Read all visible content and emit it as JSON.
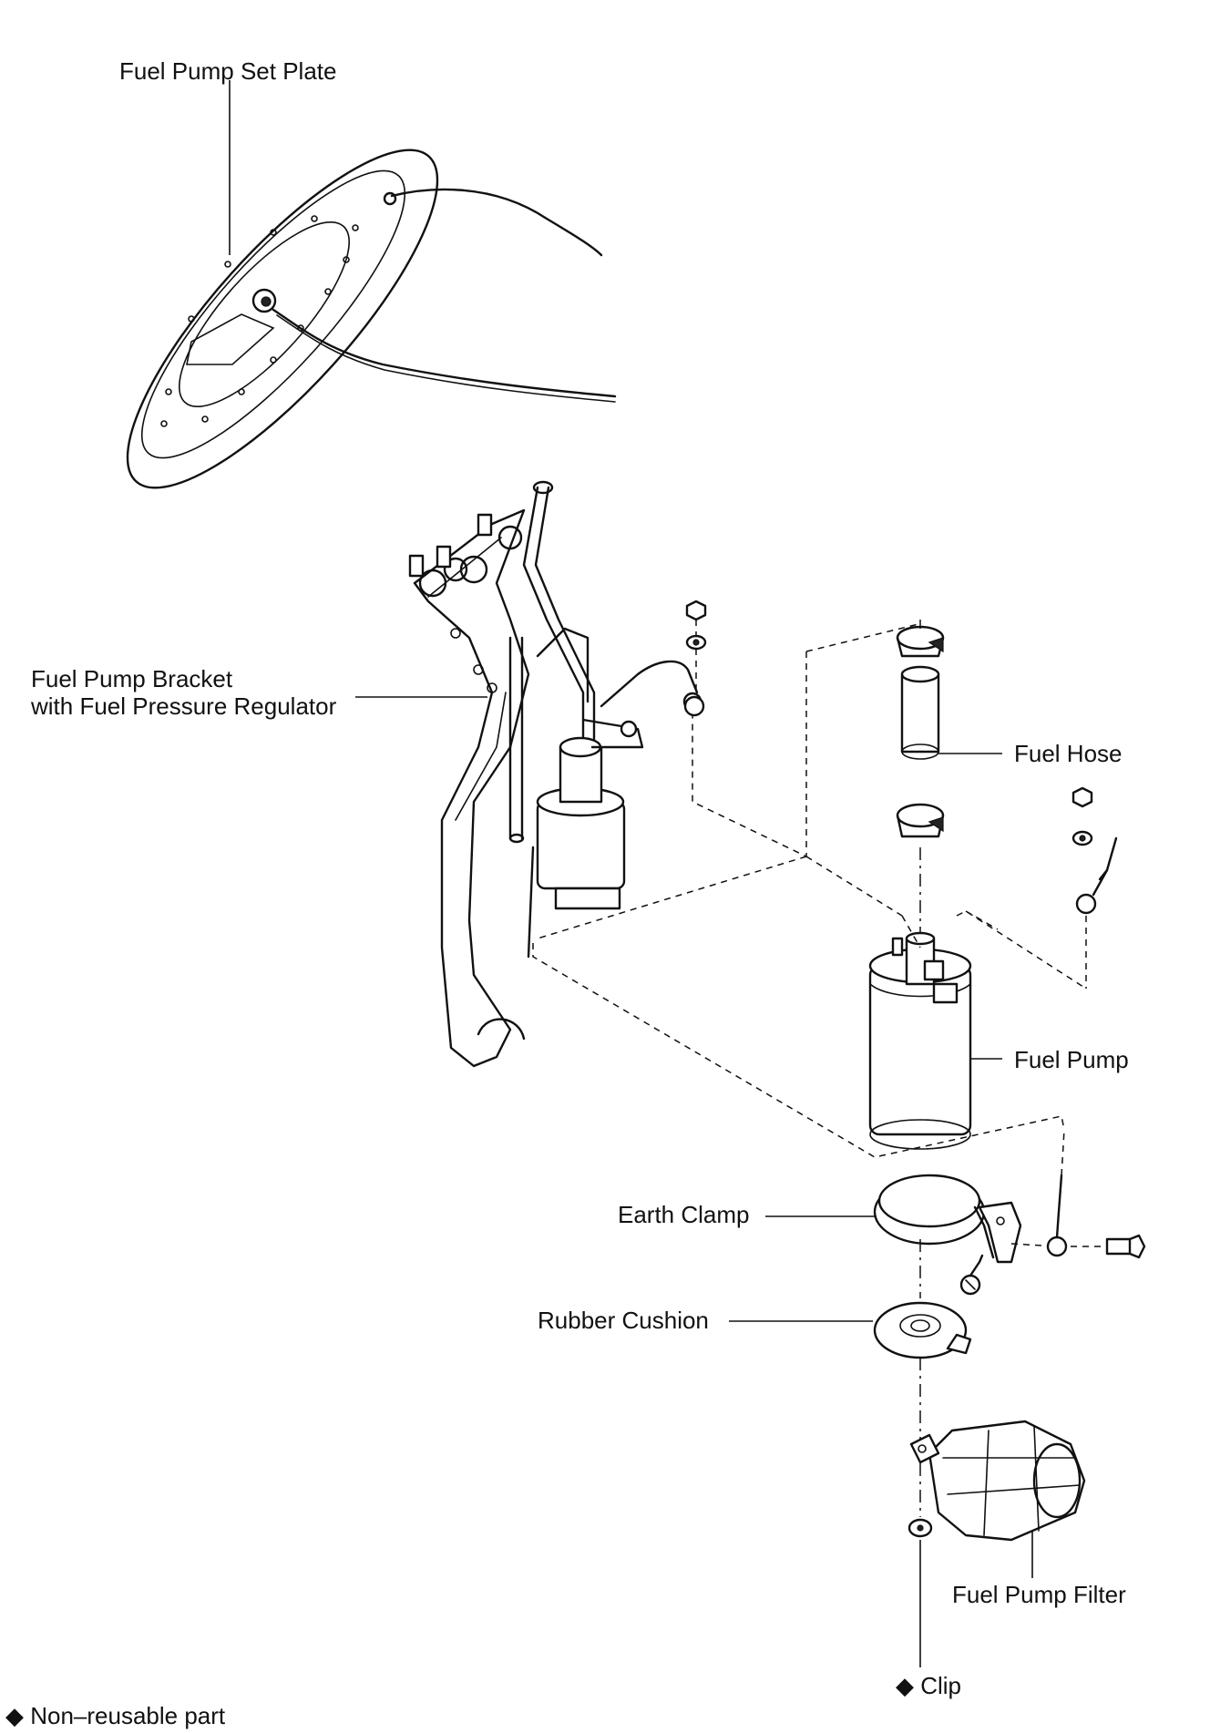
{
  "labels": {
    "set_plate": "Fuel Pump Set Plate",
    "bracket": "Fuel Pump Bracket\nwith Fuel Pressure Regulator",
    "fuel_hose": "Fuel Hose",
    "fuel_pump": "Fuel Pump",
    "earth_clamp": "Earth Clamp",
    "rubber_cushion": "Rubber Cushion",
    "fuel_pump_filter": "Fuel Pump Filter",
    "clip": "◆ Clip",
    "legend": "◆ Non–reusable part"
  }
}
